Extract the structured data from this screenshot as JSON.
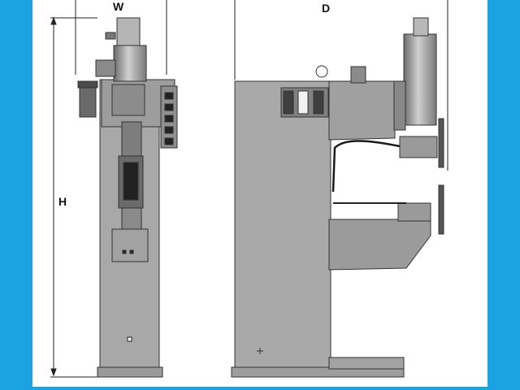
{
  "labels": {
    "width": "W",
    "depth": "D",
    "height": "H"
  },
  "colors": {
    "background": "#1aa3e0",
    "canvas": "#ffffff",
    "body_gray": "#a7a7a7",
    "dark_gray": "#5a5a5a",
    "outline": "#333333"
  }
}
